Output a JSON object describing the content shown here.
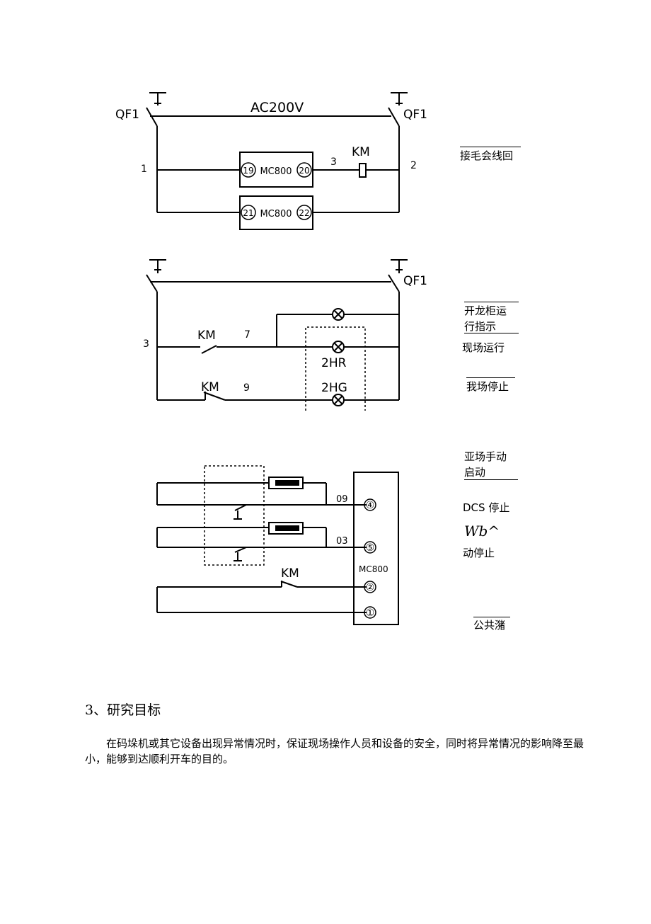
{
  "diagrams": {
    "d1": {
      "qf_left": "QF1",
      "qf_right": "QF1",
      "supply": "AC200V",
      "node_1": "1",
      "node_2": "2",
      "node_3": "3",
      "km": "KM",
      "mod1_in": "19",
      "mod1_name": "MC800",
      "mod1_out": "20",
      "mod2_in": "21",
      "mod2_name": "MC800",
      "mod2_out": "22"
    },
    "d2": {
      "qf_right": "QF1",
      "node_3": "3",
      "km1": "KM",
      "node_7": "7",
      "lamp_hr": "2HR",
      "km2": "KM",
      "node_9": "9",
      "lamp_hg": "2HG"
    },
    "d3": {
      "wire_09": "09",
      "wire_03": "03",
      "term_4": "④",
      "term_5": "⑤",
      "term_2": "②",
      "term_1": "①",
      "module": "MC800",
      "km": "KM"
    }
  },
  "side_labels": {
    "l1": "接毛会线回",
    "l2a": "开龙柜运",
    "l2b": "行指示",
    "l3": "现场运行",
    "l4": "我场停止",
    "l5a": "亚场手动",
    "l5b": "启动",
    "l6": "DCS 停止",
    "l7": "Wb^",
    "l8": "动停止",
    "l9": "公共潴"
  },
  "section": {
    "heading": "3、研究目标",
    "body": "在码垛机或其它设备出现异常情况时，保证现场操作人员和设备的安全，同时将异常情况的影响降至最小，能够到达顺利开车的目的。"
  }
}
